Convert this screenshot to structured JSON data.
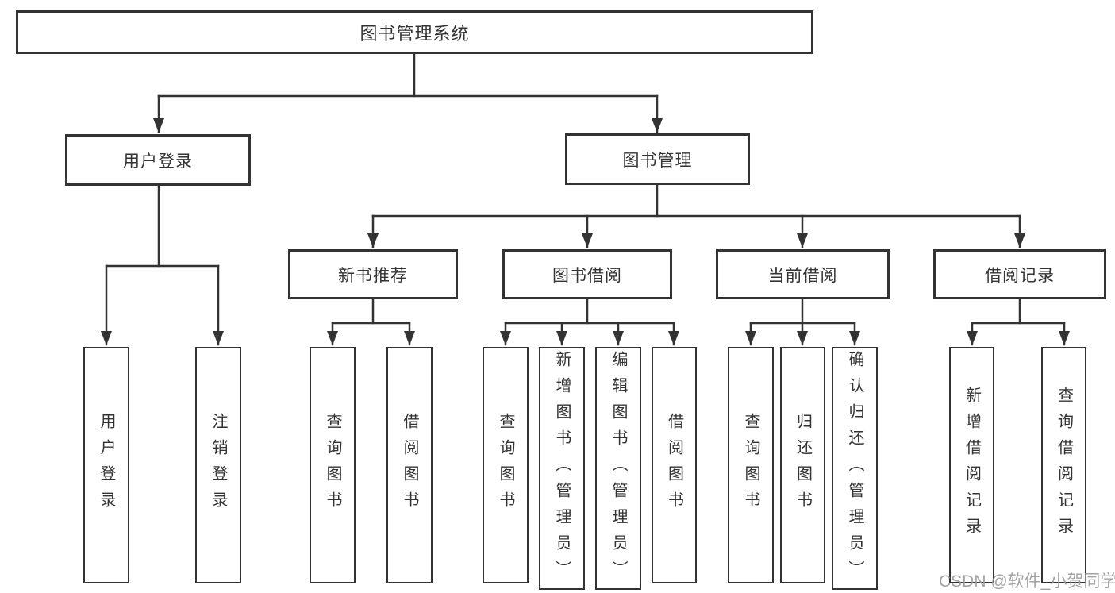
{
  "diagram": {
    "root": {
      "label": "图书管理系统"
    },
    "level2": [
      {
        "label": "用户登录"
      },
      {
        "label": "图书管理"
      }
    ],
    "level3": [
      {
        "label": "新书推荐"
      },
      {
        "label": "图书借阅"
      },
      {
        "label": "当前借阅"
      },
      {
        "label": "借阅记录"
      }
    ],
    "leaves": {
      "user_login": [
        "用户登录",
        "注销登录"
      ],
      "new_books": [
        "查询图书",
        "借阅图书"
      ],
      "book_borrow": [
        "查询图书",
        "新增图书（管理员）",
        "编辑图书（管理员）",
        "借阅图书"
      ],
      "current_borrow": [
        "查询图书",
        "归还图书",
        "确认归还（管理员）"
      ],
      "borrow_records": [
        "新增借阅记录",
        "查询借阅记录"
      ]
    }
  },
  "watermark": {
    "text": "CSDN @软件_小贺同学"
  },
  "colors": {
    "line": "#333333",
    "text": "#333333",
    "box_background": "#ffffff",
    "page_background": "#ffffff",
    "watermark": "#9b9b9b"
  }
}
